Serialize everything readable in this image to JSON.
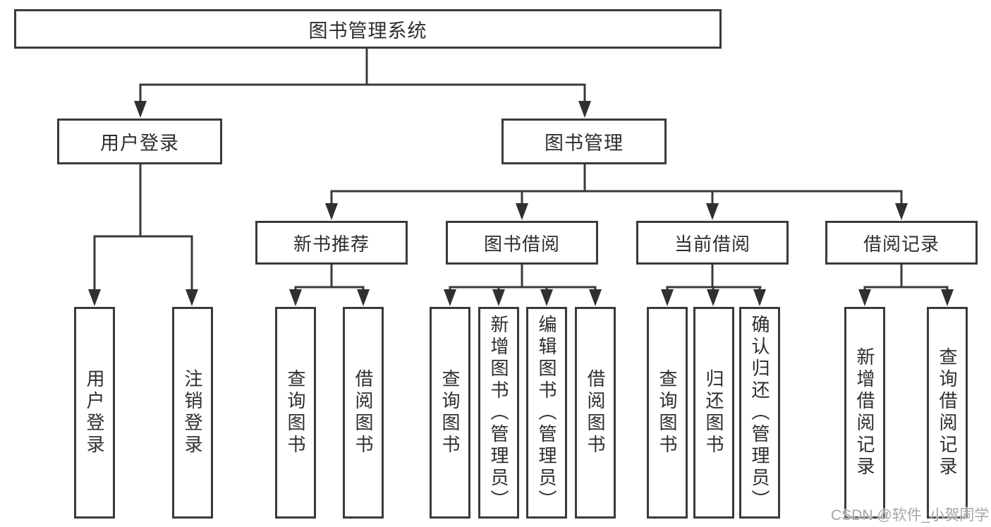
{
  "tree": {
    "root": {
      "label": "图书管理系统"
    },
    "branches": [
      {
        "label": "用户登录",
        "children": [
          {
            "label": "用户登录"
          },
          {
            "label": "注销登录"
          }
        ]
      },
      {
        "label": "图书管理",
        "children": [
          {
            "label": "新书推荐",
            "children": [
              {
                "label": "查询图书"
              },
              {
                "label": "借阅图书"
              }
            ]
          },
          {
            "label": "图书借阅",
            "children": [
              {
                "label": "查询图书"
              },
              {
                "label": "新增图书（管理员）"
              },
              {
                "label": "编辑图书（管理员）"
              },
              {
                "label": "借阅图书"
              }
            ]
          },
          {
            "label": "当前借阅",
            "children": [
              {
                "label": "查询图书"
              },
              {
                "label": "归还图书"
              },
              {
                "label": "确认归还（管理员）"
              }
            ]
          },
          {
            "label": "借阅记录",
            "children": [
              {
                "label": "新增借阅记录"
              },
              {
                "label": "查询借阅记录"
              }
            ]
          }
        ]
      }
    ]
  },
  "watermark": {
    "text": "CSDN @软件_小贺同学"
  },
  "colors": {
    "line": "#3a3a3a",
    "arrow": "#303030",
    "text": "#2e2e2e",
    "background": "#ffffff",
    "watermark": "#a6a6a6"
  }
}
